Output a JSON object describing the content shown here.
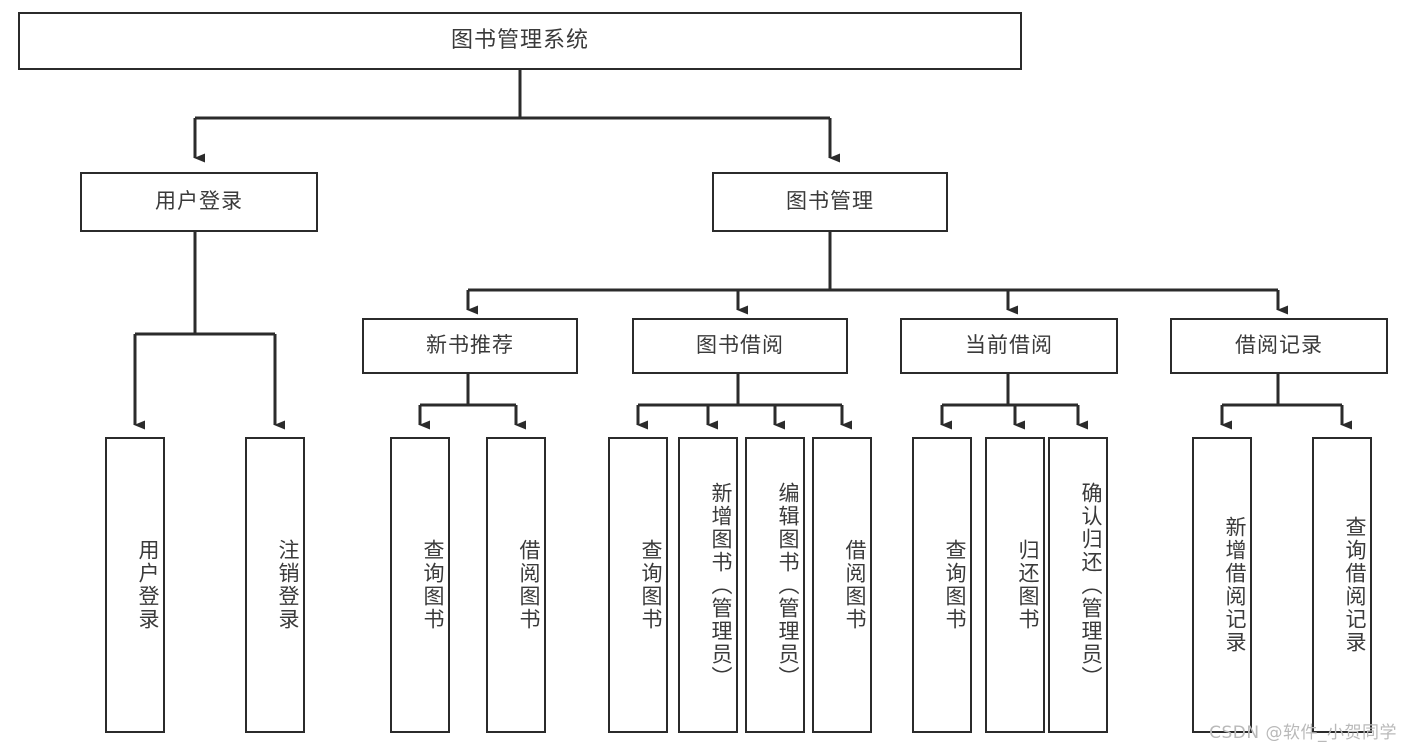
{
  "diagram": {
    "title": "图书管理系统",
    "type": "tree-hierarchy",
    "watermark": "CSDN @软件_小贺同学",
    "stroke_color": "#2b2b2b",
    "text_color": "#3a3a3a",
    "background_color": "#ffffff",
    "nodes": {
      "root": {
        "label": "图书管理系统"
      },
      "level2": [
        {
          "label": "用户登录"
        },
        {
          "label": "图书管理"
        }
      ],
      "level3": [
        {
          "label": "新书推荐"
        },
        {
          "label": "图书借阅"
        },
        {
          "label": "当前借阅"
        },
        {
          "label": "借阅记录"
        }
      ],
      "leaves_user_login": [
        {
          "label": "用户登录"
        },
        {
          "label": "注销登录"
        }
      ],
      "leaves_new_book": [
        {
          "label": "查询图书"
        },
        {
          "label": "借阅图书"
        }
      ],
      "leaves_borrow": [
        {
          "label": "查询图书"
        },
        {
          "label": "新增图书（管理员）"
        },
        {
          "label": "编辑图书（管理员）"
        },
        {
          "label": "借阅图书"
        }
      ],
      "leaves_current": [
        {
          "label": "查询图书"
        },
        {
          "label": "归还图书"
        },
        {
          "label": "确认归还（管理员）"
        }
      ],
      "leaves_record": [
        {
          "label": "新增借阅记录"
        },
        {
          "label": "查询借阅记录"
        }
      ]
    }
  }
}
